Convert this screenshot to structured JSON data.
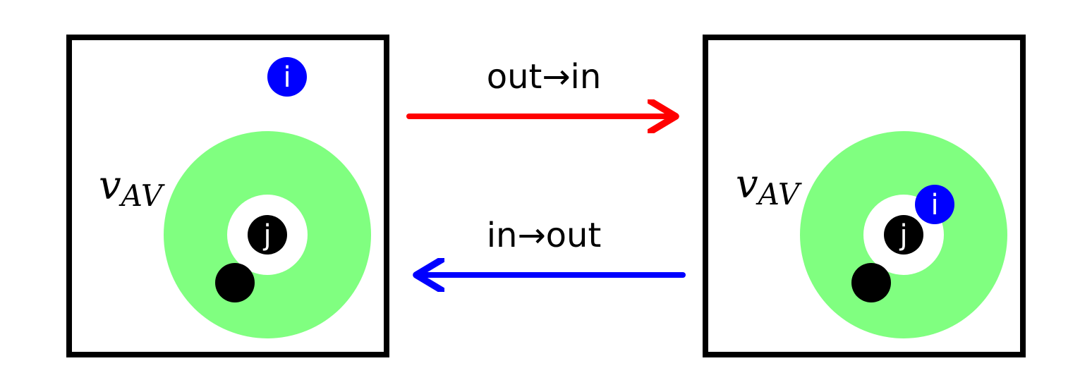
{
  "colors": {
    "region_green": "#80ff80",
    "particle_i": "#0000ff",
    "particle_j": "#000000",
    "arrow_out_in": "#ff0000",
    "arrow_in_out": "#0000ff",
    "frame": "#000000"
  },
  "labels": {
    "volume_main": "v",
    "volume_sub": "AV",
    "particle_i": "i",
    "particle_j": "j",
    "transition_out_in": "out→in",
    "transition_in_out": "in→out"
  }
}
